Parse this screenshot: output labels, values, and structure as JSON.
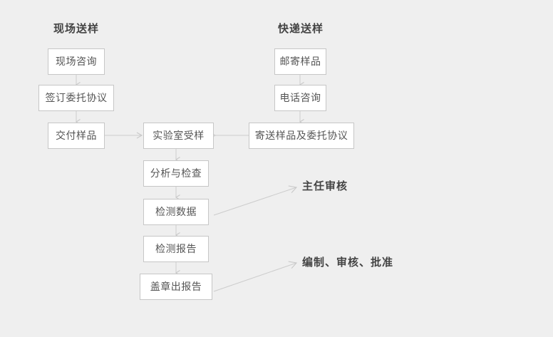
{
  "diagram": {
    "background_color": "#efefef",
    "node_fill": "#ffffff",
    "node_border": "#c6c6c6",
    "node_text_color": "#555555",
    "title_color": "#444444",
    "connector_color": "#cccccc",
    "columns": [
      {
        "id": "onsite",
        "title": "现场送样"
      },
      {
        "id": "express",
        "title": "快递送样"
      }
    ],
    "nodes": {
      "onsite_consult": "现场咨询",
      "sign_agreement": "签订委托协议",
      "deliver_sample": "交付样品",
      "mail_sample": "邮寄样品",
      "phone_consult": "电话咨询",
      "send_sample_agreement": "寄送样品及委托协议",
      "lab_receive": "实验室受样",
      "analysis_check": "分析与检查",
      "test_data": "检测数据",
      "test_report": "检测报告",
      "stamped_report": "盖章出报告"
    },
    "side_labels": {
      "director_review": "主任审核",
      "compile_review_approve": "编制、审核、批准"
    }
  }
}
